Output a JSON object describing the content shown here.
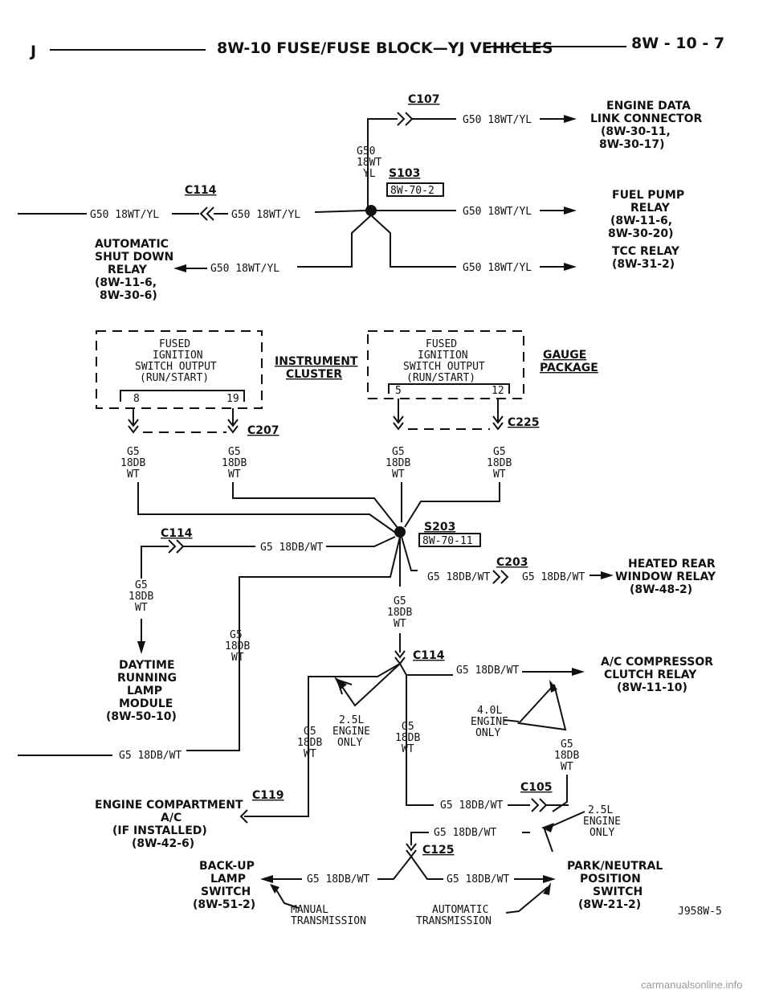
{
  "header": {
    "left": "J",
    "title": "8W-10 FUSE/FUSE BLOCK—YJ VEHICLES",
    "page": "8W - 10 - 7"
  },
  "connectors": {
    "c107": "C107",
    "c114a": "C114",
    "c114b": "C114",
    "c114c": "C114",
    "c207": "C207",
    "c225": "C225",
    "c203": "C203",
    "c105": "C105",
    "c119": "C119",
    "c125": "C125",
    "s103": "S103",
    "s203": "S203"
  },
  "refs": {
    "s103": "8W-70-2",
    "s203": "8W-70-11"
  },
  "circuits": {
    "g50_wtyl": "G50 18WT/YL",
    "g50_line1": "G50",
    "g50_line2": "18WT",
    "g50_line3": "YL",
    "g5_dbwt": "G5 18DB/WT",
    "g5_line1": "G5",
    "g5_line2": "18DB",
    "g5_line3": "WT"
  },
  "destinations": {
    "engine_data_link": [
      "ENGINE DATA",
      "LINK CONNECTOR",
      "(8W-30-11,",
      "8W-30-17)"
    ],
    "fuel_pump_relay": [
      "FUEL PUMP",
      "RELAY",
      "(8W-11-6,",
      "8W-30-20)"
    ],
    "tcc_relay": [
      "TCC RELAY",
      "(8W-31-2)"
    ],
    "asd_relay": [
      "AUTOMATIC",
      "SHUT DOWN",
      "RELAY",
      "(8W-11-6,",
      "8W-30-6)"
    ],
    "heated_rear_window": [
      "HEATED REAR",
      "WINDOW RELAY",
      "(8W-48-2)"
    ],
    "ac_clutch_relay": [
      "A/C COMPRESSOR",
      "CLUTCH RELAY",
      "(8W-11-10)"
    ],
    "drl_module": [
      "DAYTIME",
      "RUNNING",
      "LAMP",
      "MODULE",
      "(8W-50-10)"
    ],
    "engine_comp_ac": [
      "ENGINE COMPARTMENT",
      "A/C",
      "(IF INSTALLED)",
      "(8W-42-6)"
    ],
    "backup_switch": [
      "BACK-UP",
      "LAMP",
      "SWITCH",
      "(8W-51-2)"
    ],
    "park_neutral": [
      "PARK/NEUTRAL",
      "POSITION",
      "SWITCH",
      "(8W-21-2)"
    ]
  },
  "fuse_boxes": {
    "instrument": {
      "lines": [
        "FUSED",
        "IGNITION",
        "SWITCH OUTPUT",
        "(RUN/START)"
      ],
      "pin_a": "8",
      "pin_b": "19",
      "label": [
        "INSTRUMENT",
        "CLUSTER"
      ]
    },
    "gauge": {
      "lines": [
        "FUSED",
        "IGNITION",
        "SWITCH OUTPUT",
        "(RUN/START)"
      ],
      "pin_a": "5",
      "pin_b": "12",
      "label": [
        "GAUGE",
        "PACKAGE"
      ]
    }
  },
  "notes": {
    "eng25_only": [
      "2.5L",
      "ENGINE",
      "ONLY"
    ],
    "eng40_only": [
      "4.0L",
      "ENGINE",
      "ONLY"
    ],
    "eng25_lower": [
      "2.5L",
      "ENGINE",
      "ONLY"
    ],
    "manual": [
      "MANUAL",
      "TRANSMISSION"
    ],
    "automatic": [
      "AUTOMATIC",
      "TRANSMISSION"
    ]
  },
  "figure_id": "J958W-5",
  "footer": "carmanualsonline.info"
}
